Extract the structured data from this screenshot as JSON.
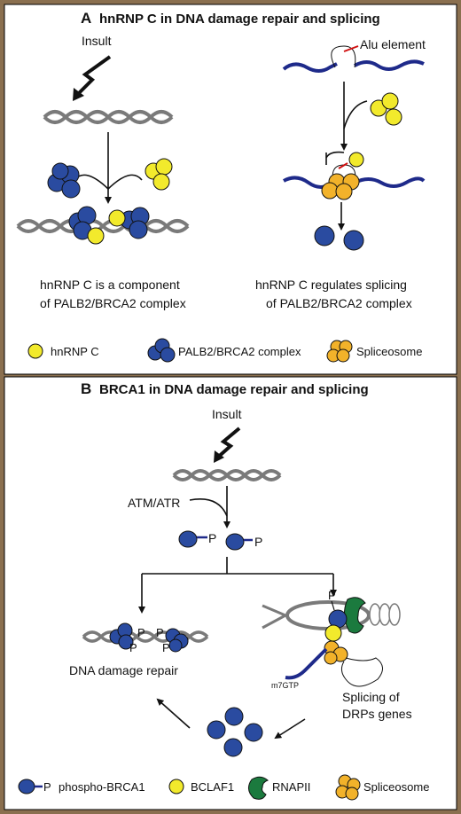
{
  "panel_a": {
    "letter": "A",
    "title": "hnRNP C in DNA damage repair and splicing",
    "insult": "Insult",
    "alu": "Alu element",
    "left_caption": [
      "hnRNP C is a component",
      "of PALB2/BRCA2  complex"
    ],
    "right_caption": [
      "hnRNP C regulates splicing",
      "of PALB2/BRCA2  complex"
    ],
    "legend": {
      "hnrnpc": "hnRNP C",
      "palb2": "PALB2/BRCA2 complex",
      "spliceosome": "Spliceosome"
    }
  },
  "panel_b": {
    "letter": "B",
    "title": "BRCA1 in DNA damage repair and splicing",
    "insult": "Insult",
    "atm": "ATM/ATR",
    "p": "P",
    "repair": "DNA damage repair",
    "splicing": [
      "Splicing of",
      "DRPs genes"
    ],
    "m7gtp": "m7GTP",
    "legend": {
      "p": "P",
      "phospho": "phospho-BRCA1",
      "bclaf1": "BCLAF1",
      "rnapii": "RNAPII",
      "spliceosome": "Spliceosome"
    }
  },
  "colors": {
    "blue": "#2a4ba0",
    "yellow": "#f2ea2c",
    "orange": "#f2b22a",
    "green": "#1b7a3e",
    "dna": "#7a7a7a",
    "strand": "#1e2a8a",
    "frame": "#8a6f4f"
  }
}
